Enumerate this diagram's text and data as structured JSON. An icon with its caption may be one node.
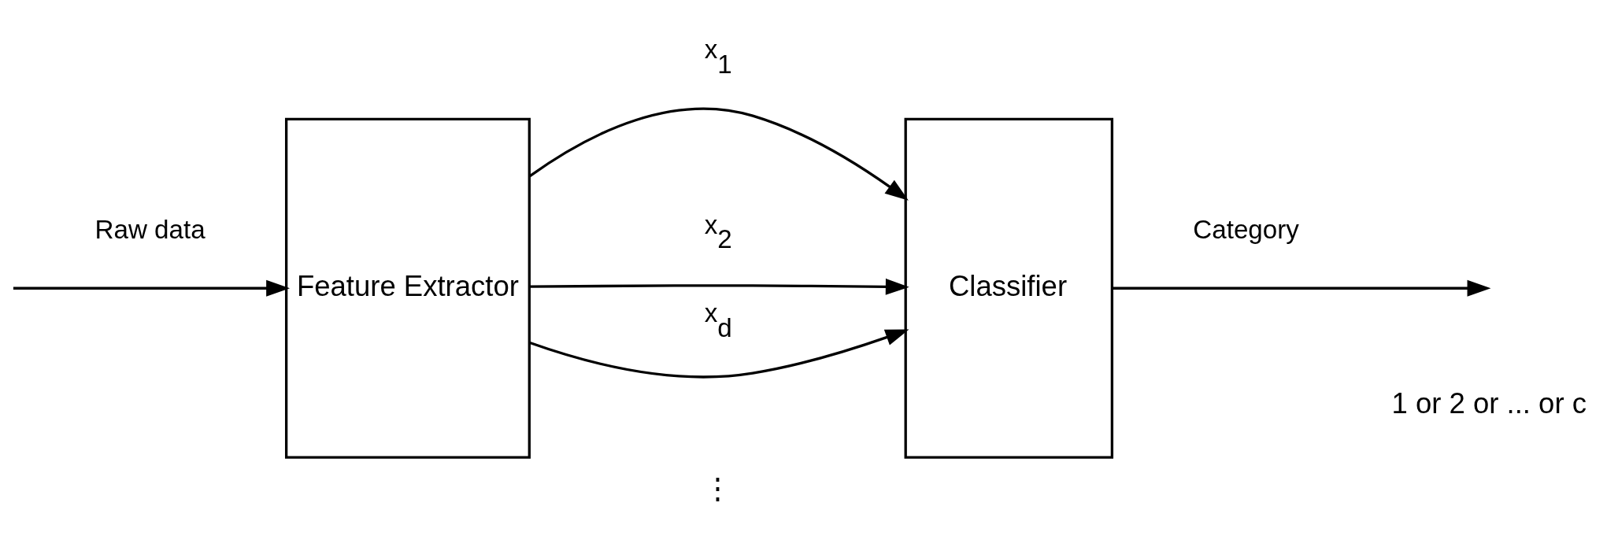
{
  "diagram": {
    "nodes": [
      {
        "text": [
          "Feature Extractor"
        ]
      },
      {
        "text": [
          "Classifier"
        ]
      }
    ],
    "edges": [
      {
        "from": null,
        "to": 0,
        "arrow": "to",
        "label": "Raw data"
      },
      {
        "from": 0,
        "to": 1,
        "arrow": "to",
        "label": "x$_{1}$"
      },
      {
        "from": 0,
        "to": 1,
        "arrow": "to",
        "label": "x$_{2}$"
      },
      {
        "from": 0,
        "to": 1,
        "arrow": "to",
        "label": "x$_{d}$"
      },
      {
        "from": 1,
        "to": null,
        "arrow": "to",
        "label": "Category"
      }
    ],
    "labels": [
      "⋮",
      "1 or 2 or ... or c"
    ]
  }
}
